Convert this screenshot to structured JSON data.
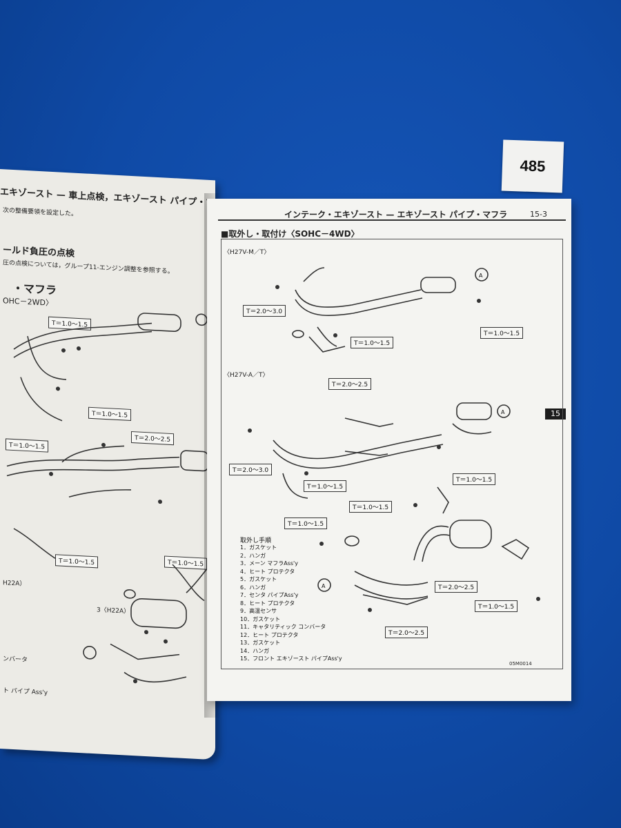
{
  "sticker": {
    "number": "485"
  },
  "left_page": {
    "header": "エキゾースト — 車上点検，エキゾースト パイプ・マフラ",
    "intro": "次の整備要領を設定した。",
    "section1": "ールド負圧の点検",
    "section1_text": "圧の点検については，グループ11-エンジン調整を参照する。",
    "section2": "・マフラ",
    "variant": "OHC－2WD〉",
    "torques": [
      "T＝1.0～1.5",
      "T＝1.0～1.5",
      "T＝2.0～2.5",
      "T＝1.0～1.5",
      "T＝1.0～1.5",
      "T＝1.0～1.5"
    ],
    "labels": [
      "H22A）",
      "3〈H22A）",
      "ンバータ",
      "ト パイプ Ass'y"
    ]
  },
  "right_page": {
    "header": "インテーク・エキゾースト — エキゾースト パイプ・マフラ",
    "page_number": "15-3",
    "tab": "15",
    "section_title": "■取外し・取付け〈SOHC－4WD〉",
    "variant_mt": "〈H27V-M／T〉",
    "variant_at": "〈H27V-A／T〉",
    "torques": {
      "mt_2030": "T＝2.0～3.0",
      "mt_1015a": "T＝1.0～1.5",
      "mt_1015b": "T＝1.0～1.5",
      "at_2025a": "T＝2.0～2.5",
      "at_2030": "T＝2.0～3.0",
      "at_1015a": "T＝1.0～1.5",
      "at_1015b": "T＝1.0～1.5",
      "at_1015c": "T＝1.0～1.5",
      "at_1015d": "T＝1.0～1.5",
      "at_2025b": "T＝2.0～2.5",
      "at_1015e": "T＝1.0～1.5",
      "at_2025c": "T＝2.0～2.5"
    },
    "procedure_title": "取外し手順",
    "procedure": [
      "1．ガスケット",
      "2．ハンガ",
      "3．メーン マフラAss'y",
      "4．ヒート プロテクタ",
      "5．ガスケット",
      "6．ハンガ",
      "7．センタ パイプAss'y",
      "8．ヒート プロテクタ",
      "9．高温センサ",
      "10．ガスケット",
      "11．キャタリティック コンバータ",
      "12．ヒート プロテクタ",
      "13．ガスケット",
      "14．ハンガ",
      "15．フロント エキゾースト パイプAss'y"
    ],
    "figure_code": "05M0014"
  },
  "colors": {
    "background": "#1050b0",
    "paper": "#f4f4f1",
    "ink": "#222222"
  }
}
